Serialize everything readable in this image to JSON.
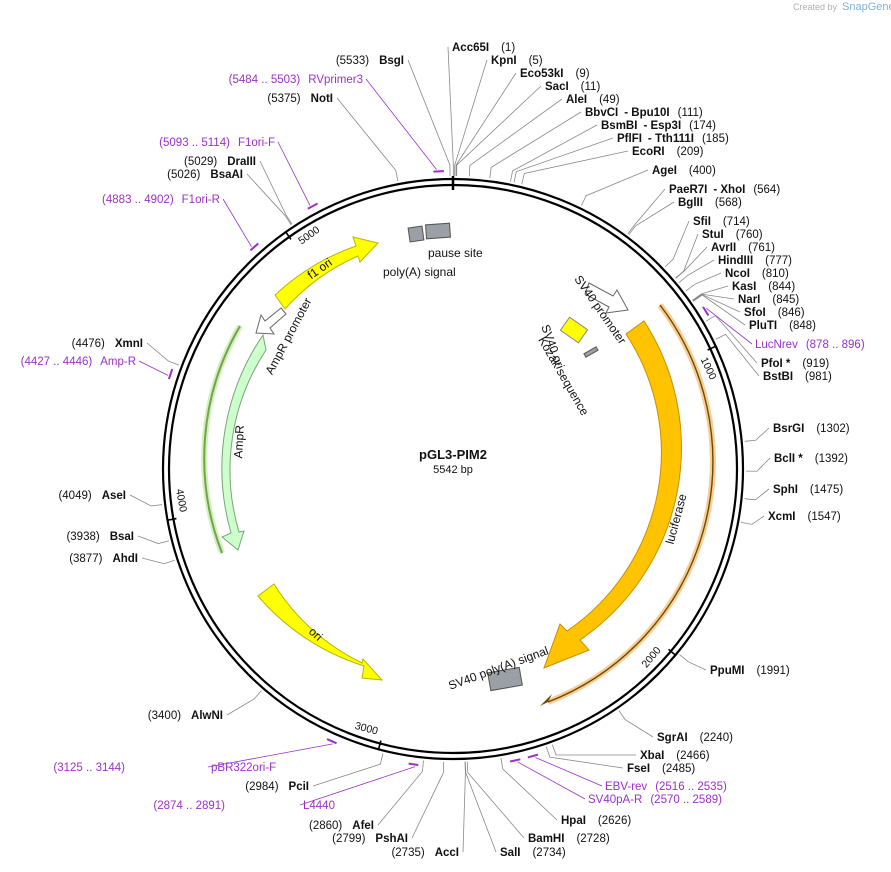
{
  "header": {
    "created_by": "Created by",
    "brand": "SnapGene"
  },
  "plasmid": {
    "name": "pGL3-PIM2",
    "size": "5542 bp",
    "length": 5542
  },
  "ruler": [
    {
      "bp": 1000,
      "label": "1000"
    },
    {
      "bp": 2000,
      "label": "2000"
    },
    {
      "bp": 3000,
      "label": "3000"
    },
    {
      "bp": 4000,
      "label": "4000"
    },
    {
      "bp": 5000,
      "label": "5000"
    }
  ],
  "sites": [
    {
      "id": "acc65i",
      "name": "Acc65I",
      "pos": "(1)",
      "bp": 1
    },
    {
      "id": "kpni",
      "name": "KpnI",
      "pos": "(5)",
      "bp": 5
    },
    {
      "id": "eco53ki",
      "name": "Eco53kI",
      "pos": "(9)",
      "bp": 9
    },
    {
      "id": "saci",
      "name": "SacI",
      "pos": "(11)",
      "bp": 11
    },
    {
      "id": "alei",
      "name": "AleI",
      "pos": "(49)",
      "bp": 49
    },
    {
      "id": "bbvci",
      "name": "BbvCI",
      "extra": "- Bpu10I",
      "pos": "(111)",
      "bp": 111
    },
    {
      "id": "bsmbi",
      "name": "BsmBI",
      "extra": "- Esp3I",
      "pos": "(174)",
      "bp": 174
    },
    {
      "id": "pflfi",
      "name": "PflFI",
      "extra": "- Tth111I",
      "pos": "(185)",
      "bp": 185
    },
    {
      "id": "ecori",
      "name": "EcoRI",
      "pos": "(209)",
      "bp": 209
    },
    {
      "id": "agei",
      "name": "AgeI",
      "pos": "(400)",
      "bp": 400
    },
    {
      "id": "paer7i",
      "name": "PaeR7I",
      "extra": "- XhoI",
      "pos": "(564)",
      "bp": 564
    },
    {
      "id": "bglii",
      "name": "BglII",
      "pos": "(568)",
      "bp": 568
    },
    {
      "id": "sfii",
      "name": "SfiI",
      "pos": "(714)",
      "bp": 714
    },
    {
      "id": "stui",
      "name": "StuI",
      "pos": "(760)",
      "bp": 760
    },
    {
      "id": "avrii",
      "name": "AvrII",
      "pos": "(761)",
      "bp": 761
    },
    {
      "id": "hindiii",
      "name": "HindIII",
      "pos": "(777)",
      "bp": 777
    },
    {
      "id": "ncoi",
      "name": "NcoI",
      "pos": "(810)",
      "bp": 810
    },
    {
      "id": "kasi",
      "name": "KasI",
      "pos": "(844)",
      "bp": 844
    },
    {
      "id": "nari",
      "name": "NarI",
      "pos": "(845)",
      "bp": 845
    },
    {
      "id": "sfoi",
      "name": "SfoI",
      "pos": "(846)",
      "bp": 846
    },
    {
      "id": "pluti",
      "name": "PluTI",
      "pos": "(848)",
      "bp": 848
    },
    {
      "id": "pfoi",
      "name": "PfoI *",
      "pos": "(919)",
      "bp": 919
    },
    {
      "id": "bstbi",
      "name": "BstBI",
      "pos": "(981)",
      "bp": 981
    },
    {
      "id": "bsrgi",
      "name": "BsrGI",
      "pos": "(1302)",
      "bp": 1302
    },
    {
      "id": "bcli",
      "name": "BclI *",
      "pos": "(1392)",
      "bp": 1392
    },
    {
      "id": "sphi",
      "name": "SphI",
      "pos": "(1475)",
      "bp": 1475
    },
    {
      "id": "xcmi",
      "name": "XcmI",
      "pos": "(1547)",
      "bp": 1547
    },
    {
      "id": "ppumi",
      "name": "PpuMI",
      "pos": "(1991)",
      "bp": 1991
    },
    {
      "id": "sgrai",
      "name": "SgrAI",
      "pos": "(2240)",
      "bp": 2240
    },
    {
      "id": "xbai",
      "name": "XbaI",
      "pos": "(2466)",
      "bp": 2466
    },
    {
      "id": "fsei",
      "name": "FseI",
      "pos": "(2485)",
      "bp": 2485
    },
    {
      "id": "hpai",
      "name": "HpaI",
      "pos": "(2626)",
      "bp": 2626
    },
    {
      "id": "bamhi",
      "name": "BamHI",
      "pos": "(2728)",
      "bp": 2728
    },
    {
      "id": "sali",
      "name": "SalI",
      "pos": "(2734)",
      "bp": 2734
    },
    {
      "id": "acci",
      "name": "AccI",
      "pos": "(2735)",
      "bp": 2735
    },
    {
      "id": "pshai",
      "name": "PshAI",
      "pos": "(2799)",
      "bp": 2799
    },
    {
      "id": "afei",
      "name": "AfeI",
      "pos": "(2860)",
      "bp": 2860
    },
    {
      "id": "pcii",
      "name": "PciI",
      "pos": "(2984)",
      "bp": 2984
    },
    {
      "id": "alwni",
      "name": "AlwNI",
      "pos": "(3400)",
      "bp": 3400
    },
    {
      "id": "ahdi",
      "name": "AhdI",
      "pos": "(3877)",
      "bp": 3877
    },
    {
      "id": "bsai",
      "name": "BsaI",
      "pos": "(3938)",
      "bp": 3938
    },
    {
      "id": "asei",
      "name": "AseI",
      "pos": "(4049)",
      "bp": 4049
    },
    {
      "id": "xmni",
      "name": "XmnI",
      "pos": "(4476)",
      "bp": 4476
    },
    {
      "id": "bsaai",
      "name": "BsaAI",
      "pos": "(5026)",
      "bp": 5026
    },
    {
      "id": "draiii",
      "name": "DraIII",
      "pos": "(5029)",
      "bp": 5029
    },
    {
      "id": "noti",
      "name": "NotI",
      "pos": "(5375)",
      "bp": 5375
    },
    {
      "id": "bsgi",
      "name": "BsgI",
      "pos": "(5533)",
      "bp": 5533
    }
  ],
  "primers": [
    {
      "id": "rvprimer3",
      "name": "RVprimer3",
      "range": "(5484 .. 5503)",
      "start": 5484,
      "end": 5503
    },
    {
      "id": "f1ori-f",
      "name": "F1ori-F",
      "range": "(5093 .. 5114)",
      "start": 5093,
      "end": 5114
    },
    {
      "id": "f1ori-r",
      "name": "F1ori-R",
      "range": "(4883 .. 4902)",
      "start": 4883,
      "end": 4902
    },
    {
      "id": "amp-r",
      "name": "Amp-R",
      "range": "(4427 .. 4446)",
      "start": 4427,
      "end": 4446
    },
    {
      "id": "lucnrev",
      "name": "LucNrev",
      "range": "(878 .. 896)",
      "start": 878,
      "end": 896
    },
    {
      "id": "ebv-rev",
      "name": "EBV-rev",
      "range": "(2516 .. 2535)",
      "start": 2516,
      "end": 2535
    },
    {
      "id": "sv40pa-r",
      "name": "SV40pA-R",
      "range": "(2570 .. 2589)",
      "start": 2570,
      "end": 2589
    },
    {
      "id": "l4440",
      "name": "L4440",
      "range": "(2874 .. 2891)",
      "start": 2874,
      "end": 2891
    },
    {
      "id": "pbr322ori-f",
      "name": "pBR322ori-F",
      "range": "(3125 .. 3144)",
      "start": 3125,
      "end": 3144
    }
  ],
  "features": [
    {
      "id": "luciferase",
      "label": "luciferase",
      "color": "#ffc300",
      "stroke": "#c98f00"
    },
    {
      "id": "sv40-polya",
      "label": "SV40 poly(A) signal",
      "color": "#9aa0a6"
    },
    {
      "id": "ori",
      "label": "ori",
      "color": "#ffff00",
      "stroke": "#b7b700"
    },
    {
      "id": "ampr",
      "label": "AmpR",
      "color": "#ccffcc",
      "stroke": "#7ba37b"
    },
    {
      "id": "ampr-promoter",
      "label": "AmpR promoter",
      "color": "#ffffff"
    },
    {
      "id": "f1-ori",
      "label": "f1 ori",
      "color": "#ffff00",
      "stroke": "#b7b700"
    },
    {
      "id": "polya-signal",
      "label": "poly(A) signal",
      "color": "#9aa0a6"
    },
    {
      "id": "pause-site",
      "label": "pause site",
      "color": "#9aa0a6"
    },
    {
      "id": "sv40-promoter",
      "label": "SV40 promoter",
      "color": "#ffffff"
    },
    {
      "id": "sv40-ori",
      "label": "SV40 ori",
      "color": "#ffff00"
    },
    {
      "id": "kozak",
      "label": "Kozak sequence",
      "color": "#9aa0a6"
    }
  ],
  "colors": {
    "backbone": "#000000",
    "primer": "#9b30c9",
    "site_line": "#888888",
    "orf_track": "#f3b865"
  }
}
